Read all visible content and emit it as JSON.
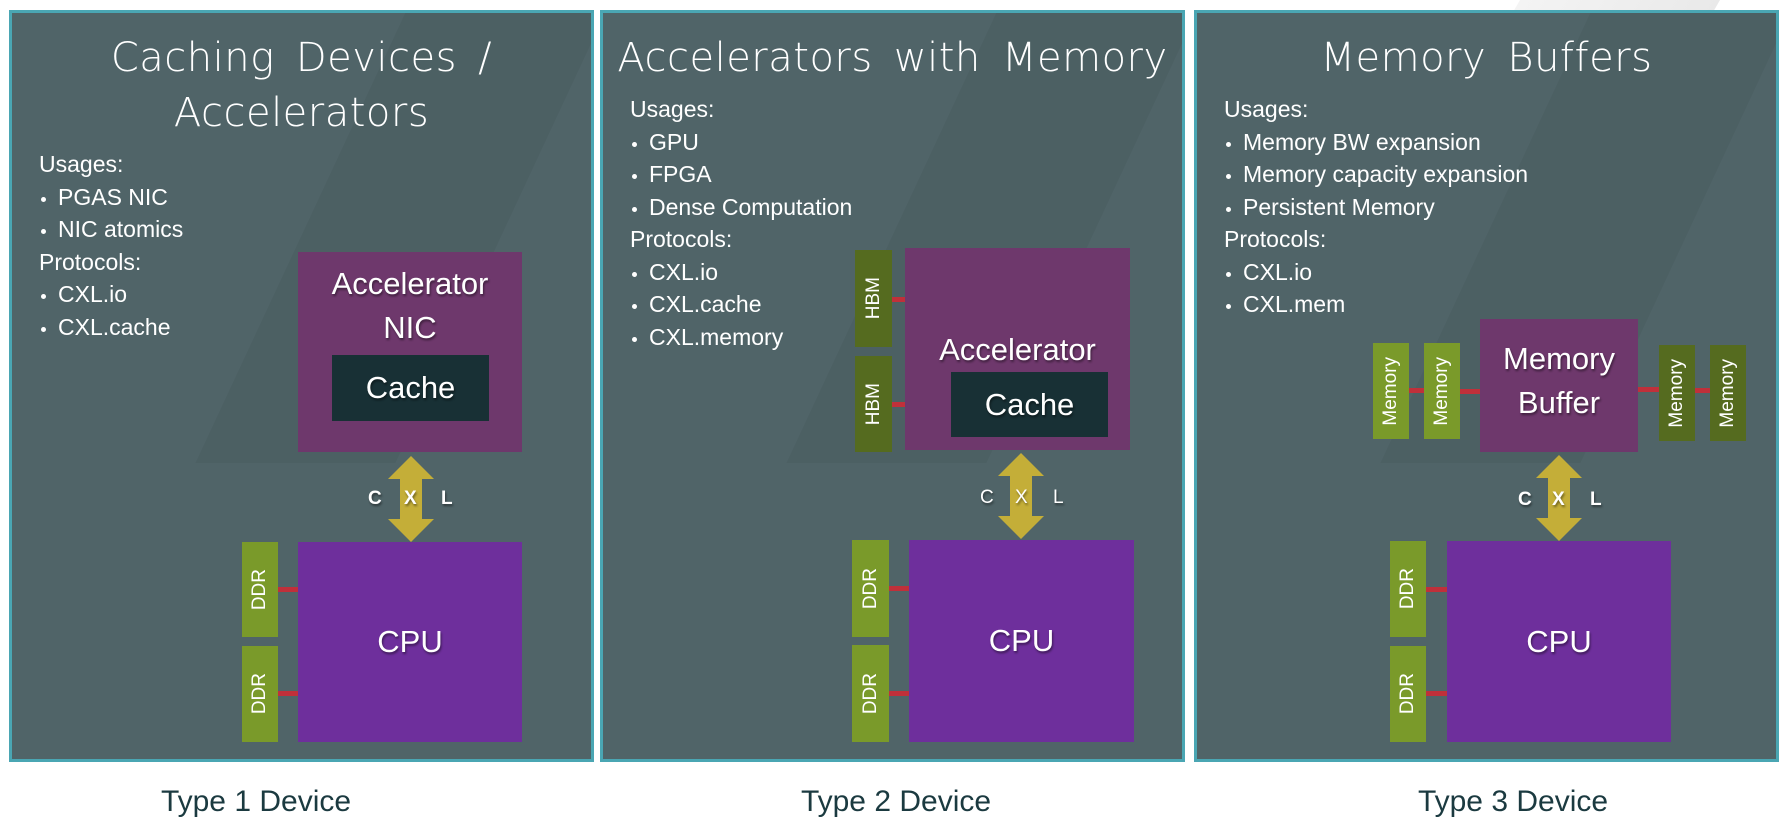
{
  "panels": [
    {
      "title_lines": [
        "Caching  Devices /",
        "Accelerators"
      ],
      "usages_header": "Usages:",
      "usages": [
        "PGAS NIC",
        "NIC atomics"
      ],
      "protocols_header": "Protocols:",
      "protocols": [
        "CXL.io",
        "CXL.cache"
      ],
      "device_label_lines": [
        "Accelerator",
        "NIC"
      ],
      "cache_label": "Cache",
      "cpu_label": "CPU",
      "memory_modules": [
        "DDR",
        "DDR"
      ],
      "link_letters": [
        "C",
        "X",
        "L"
      ],
      "footer": "Type 1 Device"
    },
    {
      "title_lines": [
        "Accelerators  with  Memory"
      ],
      "usages_header": "Usages:",
      "usages": [
        "GPU",
        "FPGA",
        "Dense Computation"
      ],
      "protocols_header": "Protocols:",
      "protocols": [
        "CXL.io",
        "CXL.cache",
        "CXL.memory"
      ],
      "device_label_lines": [
        "Accelerator"
      ],
      "cache_label": "Cache",
      "device_memory": [
        "HBM",
        "HBM"
      ],
      "cpu_label": "CPU",
      "memory_modules": [
        "DDR",
        "DDR"
      ],
      "link_letters": [
        "C",
        "X",
        "L"
      ],
      "footer": "Type 2 Device"
    },
    {
      "title_lines": [
        "Memory  Buffers"
      ],
      "usages_header": "Usages:",
      "usages": [
        "Memory BW expansion",
        "Memory capacity expansion",
        "Persistent Memory"
      ],
      "protocols_header": "Protocols:",
      "protocols": [
        "CXL.io",
        "CXL.mem"
      ],
      "device_label_lines": [
        "Memory",
        "Buffer"
      ],
      "device_memory": [
        "Memory",
        "Memory",
        "Memory",
        "Memory"
      ],
      "cpu_label": "CPU",
      "memory_modules": [
        "DDR",
        "DDR"
      ],
      "link_letters": [
        "C",
        "X",
        "L"
      ],
      "footer": "Type 3 Device"
    }
  ],
  "colors": {
    "panel_bg": "#506468",
    "panel_border": "#4aa6b3",
    "accelerator": "#6e386c",
    "cache": "#183035",
    "cpu": "#6e2f9c",
    "memory_light": "#7a9a2a",
    "memory_dark": "#556b1f",
    "link": "#c0303a",
    "cxl_arrow": "#c4ae38",
    "footer_text": "#1b3a40"
  }
}
